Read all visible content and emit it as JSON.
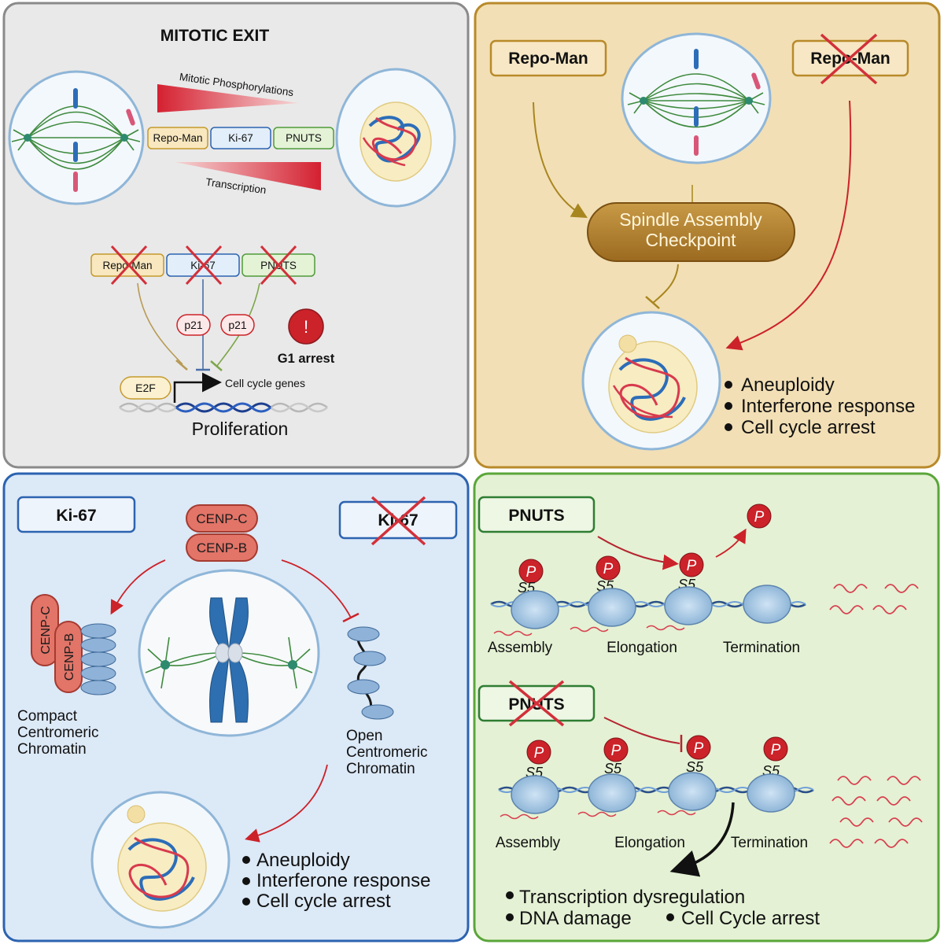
{
  "colors": {
    "panel1_bg": "#e9e9e9",
    "panel1_border": "#8a8a8a",
    "panel2_bg": "#f2dfb5",
    "panel2_border": "#b88a2a",
    "panel3_bg": "#dce9f7",
    "panel3_border": "#2c63b0",
    "panel4_bg": "#e4f1d4",
    "panel4_border": "#5aa63a",
    "red": "#cc2229",
    "blue": "#1f5fa8",
    "green": "#2e7d32"
  },
  "panel1": {
    "title": "MITOTIC EXIT",
    "phospho_label": "Mitotic Phosphorylations",
    "transcription_label": "Transcription",
    "proteins": [
      "Repo-Man",
      "Ki-67",
      "PNUTS"
    ],
    "ko_proteins": [
      "Repo-Man",
      "Ki-67",
      "PNUTS"
    ],
    "p21": "p21",
    "alert_symbol": "!",
    "g1_arrest": "G1  arrest",
    "e2f": "E2F",
    "cell_cycle_genes": "Cell cycle genes",
    "proliferation": "Proliferation"
  },
  "panel2": {
    "repo_man": "Repo-Man",
    "repo_man_ko": "Repo-Man",
    "sac_line1": "Spindle Assembly",
    "sac_line2": "Checkpoint",
    "outcomes": [
      "Aneuploidy",
      "Interferone response",
      "Cell cycle arrest"
    ]
  },
  "panel3": {
    "ki67": "Ki-67",
    "ki67_ko": "Ki-67",
    "cenp_c": "CENP-C",
    "cenp_b": "CENP-B",
    "compact_line1": "Compact",
    "compact_line2": "Centromeric",
    "compact_line3": "Chromatin",
    "open_line1": "Open",
    "open_line2": "Centromeric",
    "open_line3": "Chromatin",
    "outcomes": [
      "Aneuploidy",
      "Interferone response",
      "Cell cycle arrest"
    ]
  },
  "panel4": {
    "pnuts": "PNUTS",
    "pnuts_ko": "PNUTS",
    "p_symbol": "P",
    "s5": "S5",
    "stages": [
      "Assembly",
      "Elongation",
      "Termination"
    ],
    "outcome_1": "Transcription dysregulation",
    "outcome_2": "DNA damage",
    "outcome_3": "Cell Cycle arrest"
  }
}
